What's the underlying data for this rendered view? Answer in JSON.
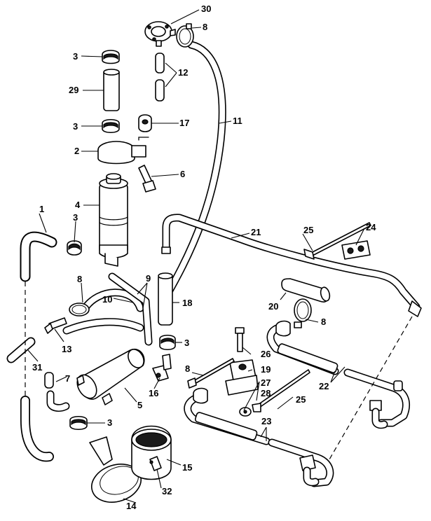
{
  "callouts": {
    "c1": "1",
    "c2": "2",
    "c3a": "3",
    "c3b": "3",
    "c3c": "3",
    "c3d": "3",
    "c3e": "3",
    "c4": "4",
    "c5": "5",
    "c6": "6",
    "c7": "7",
    "c8a": "8",
    "c8b": "8",
    "c8c": "8",
    "c8d": "8",
    "c9": "9",
    "c10": "10",
    "c11": "11",
    "c12": "12",
    "c13": "13",
    "c14": "14",
    "c15": "15",
    "c16": "16",
    "c17": "17",
    "c18": "18",
    "c19": "19",
    "c20": "20",
    "c21": "21",
    "c22": "22",
    "c23": "23",
    "c24": "24",
    "c25a": "25",
    "c25b": "25",
    "c26": "26",
    "c27": "27",
    "c28": "28",
    "c29": "29",
    "c30": "30",
    "c31": "31",
    "c32": "32"
  }
}
